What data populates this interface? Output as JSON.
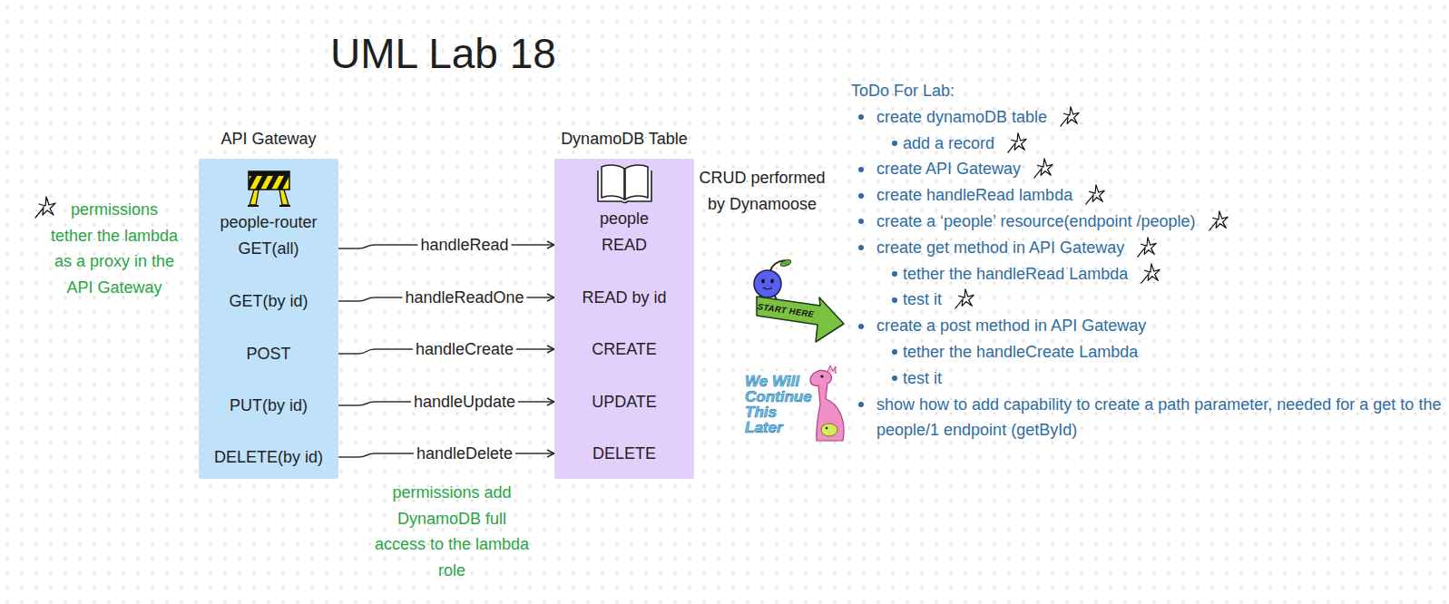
{
  "diagram": {
    "title": "UML Lab 18",
    "nodes": [
      {
        "text": [
          "API Gateway",
          "people-router"
        ]
      },
      {
        "text": [
          "GET(all)"
        ],
        "in": 0
      },
      {
        "text": [
          "GET(by id)"
        ],
        "in": 0
      },
      {
        "text": [
          "POST"
        ],
        "in": 0
      },
      {
        "text": [
          "PUT(by id)"
        ],
        "in": 0
      },
      {
        "text": [
          "DELETE(by id)"
        ],
        "in": 0
      },
      {
        "text": [
          "DynamoDB Table",
          "people"
        ]
      },
      {
        "text": [
          "READ"
        ],
        "in": 6
      },
      {
        "text": [
          "READ by id"
        ],
        "in": 6
      },
      {
        "text": [
          "CREATE"
        ],
        "in": 6
      },
      {
        "text": [
          "UPDATE"
        ],
        "in": 6
      },
      {
        "text": [
          "DELETE"
        ],
        "in": 6
      }
    ],
    "edges": [
      {
        "from": 1,
        "to": 7,
        "label": "handleRead",
        "arrow": "to"
      },
      {
        "from": 2,
        "to": 8,
        "label": "handleReadOne",
        "arrow": "to"
      },
      {
        "from": 3,
        "to": 9,
        "label": "handleCreate",
        "arrow": "to"
      },
      {
        "from": 4,
        "to": 10,
        "label": "handleUpdate",
        "arrow": "to"
      },
      {
        "from": 5,
        "to": 11,
        "label": "handleDelete",
        "arrow": "to"
      }
    ],
    "labels": [
      "permissions tether the lambda as a proxy in the API Gateway",
      "CRUD performed by Dynamoose",
      "permissions add DynamoDB full access to the lambda role",
      "START HERE",
      "We Will Continue This Later",
      "ToDo For Lab:",
      "create dynamoDB table",
      "add a record",
      "create API Gateway",
      "create handleRead lambda",
      "create a ‘people’ resource(endpoint /people)",
      "create get method in API Gateway",
      "tether the handleRead Lambda",
      "test it",
      "create a post method in API Gateway",
      "tether the handleCreate Lambda",
      "test it",
      "show how to add capability to create a path parameter, needed for a get to the people/1 endpoint (getById)"
    ]
  }
}
